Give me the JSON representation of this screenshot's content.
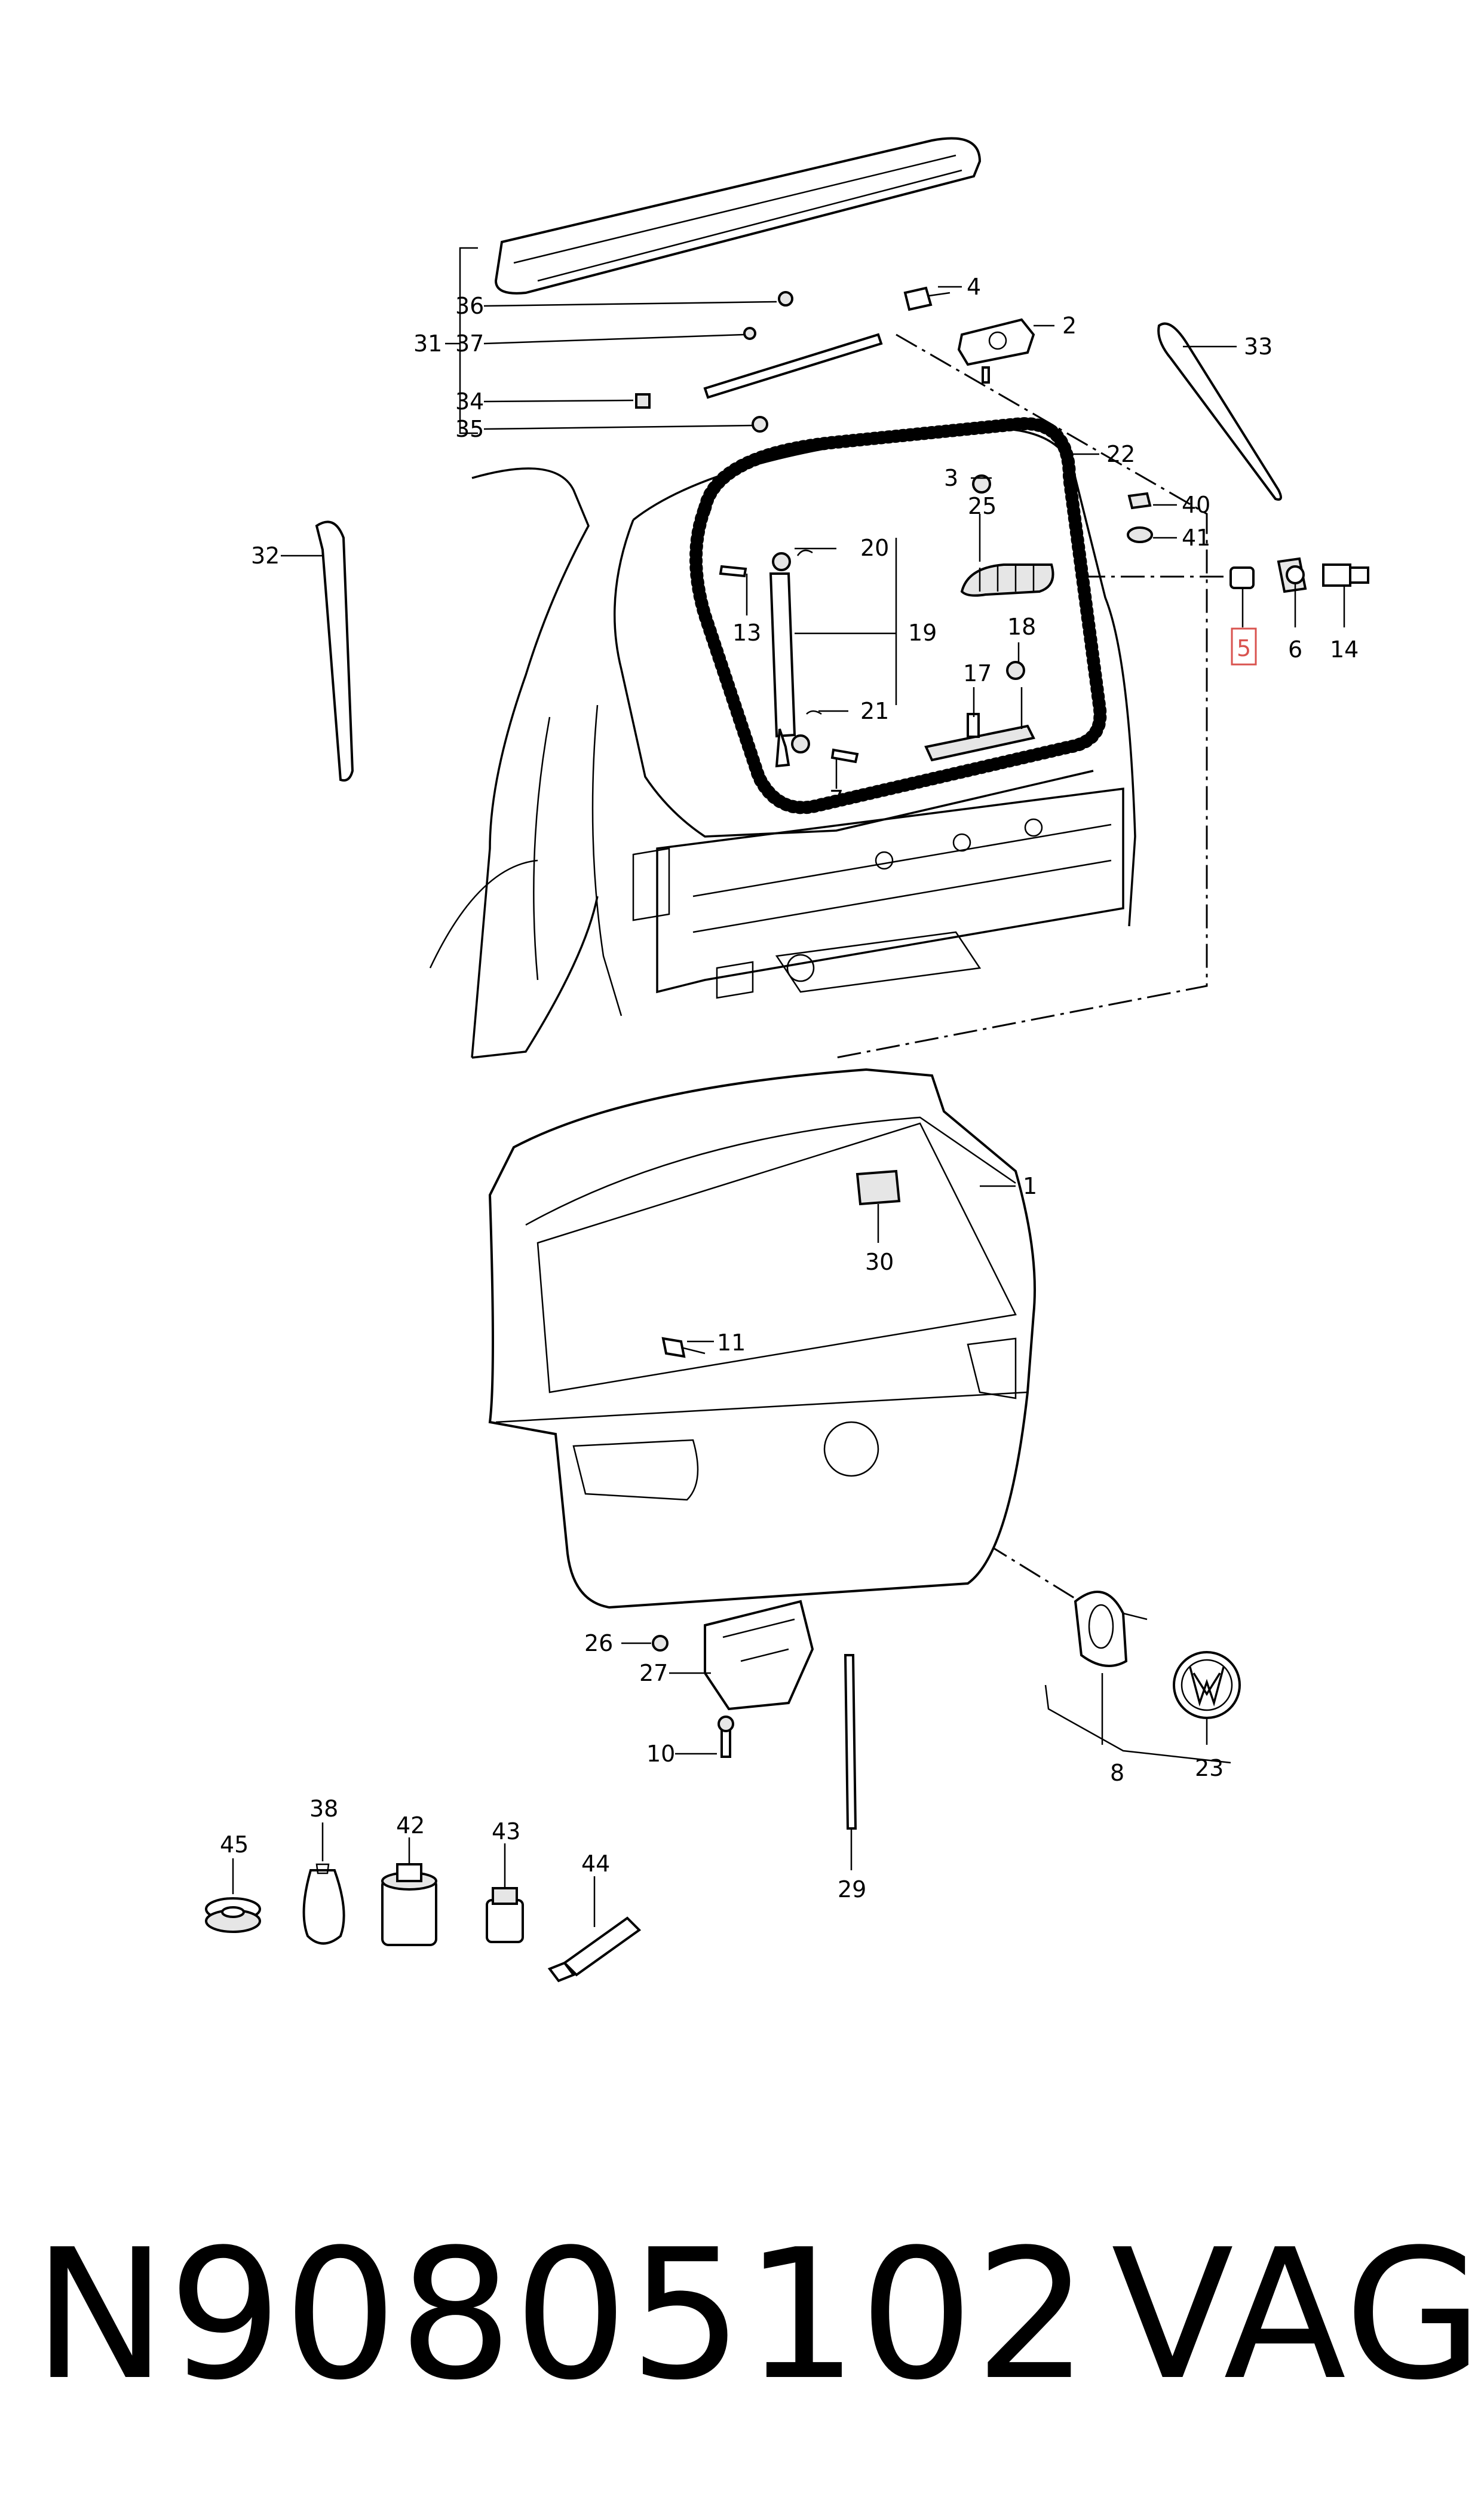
{
  "footer": {
    "part_number": "N90805102",
    "brand": "VAG"
  },
  "highlight_color": "#d9534f",
  "callouts": [
    {
      "id": "1",
      "label": "1"
    },
    {
      "id": "2",
      "label": "2"
    },
    {
      "id": "3",
      "label": "3"
    },
    {
      "id": "4",
      "label": "4"
    },
    {
      "id": "5",
      "label": "5",
      "highlighted": true
    },
    {
      "id": "6",
      "label": "6"
    },
    {
      "id": "7",
      "label": "7"
    },
    {
      "id": "8",
      "label": "8"
    },
    {
      "id": "10",
      "label": "10"
    },
    {
      "id": "11",
      "label": "11"
    },
    {
      "id": "13",
      "label": "13"
    },
    {
      "id": "14",
      "label": "14"
    },
    {
      "id": "17",
      "label": "17"
    },
    {
      "id": "18",
      "label": "18"
    },
    {
      "id": "19",
      "label": "19"
    },
    {
      "id": "20",
      "label": "20"
    },
    {
      "id": "21",
      "label": "21"
    },
    {
      "id": "22",
      "label": "22"
    },
    {
      "id": "23",
      "label": "23"
    },
    {
      "id": "25",
      "label": "25"
    },
    {
      "id": "26",
      "label": "26"
    },
    {
      "id": "27",
      "label": "27"
    },
    {
      "id": "29",
      "label": "29"
    },
    {
      "id": "30",
      "label": "30"
    },
    {
      "id": "31",
      "label": "31"
    },
    {
      "id": "32",
      "label": "32"
    },
    {
      "id": "33",
      "label": "33"
    },
    {
      "id": "34",
      "label": "34"
    },
    {
      "id": "35",
      "label": "35"
    },
    {
      "id": "36",
      "label": "36"
    },
    {
      "id": "37",
      "label": "37"
    },
    {
      "id": "38",
      "label": "38"
    },
    {
      "id": "40",
      "label": "40"
    },
    {
      "id": "41",
      "label": "41"
    },
    {
      "id": "42",
      "label": "42"
    },
    {
      "id": "43",
      "label": "43"
    },
    {
      "id": "44",
      "label": "44"
    },
    {
      "id": "45",
      "label": "45"
    }
  ]
}
